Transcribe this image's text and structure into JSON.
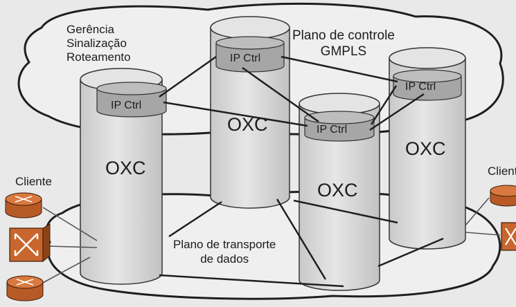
{
  "control_functions": [
    "Gerência",
    "Sinalização",
    "Roteamento"
  ],
  "control_plane_label": [
    "Plano de controle",
    "GMPLS"
  ],
  "transport_plane_label": [
    "Plano de transporte",
    "de dados"
  ],
  "nodes": [
    {
      "oxc": "OXC",
      "ip_ctrl": "IP Ctrl"
    },
    {
      "oxc": "OXC",
      "ip_ctrl": "IP Ctrl"
    },
    {
      "oxc": "OXC",
      "ip_ctrl": "IP Ctrl"
    },
    {
      "oxc": "OXC",
      "ip_ctrl": "IP Ctrl"
    }
  ],
  "client_left": "Cliente",
  "client_right": "Cliente",
  "colors": {
    "cylinder": "#dcdcdc",
    "ip_ctrl_disc": "#a6a6a6",
    "device": "#c8662e",
    "line": "#2a2a2a"
  }
}
